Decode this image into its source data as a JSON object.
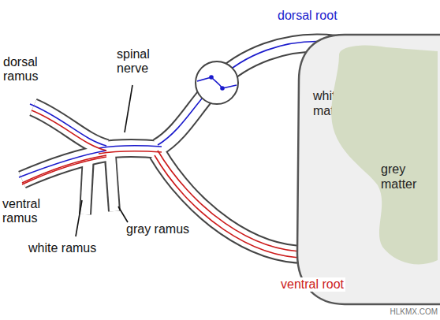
{
  "diagram": {
    "nodes": [
      {
        "text": [
          "white matter"
        ]
      },
      {
        "text": [
          "grey matter"
        ],
        "in": 0
      }
    ],
    "labels": [
      "dorsal root",
      "dorsal ramus",
      "spinal nerve",
      "ventral ramus",
      "white ramus",
      "gray ramus",
      "ventral root",
      "HLKMX.COM"
    ]
  }
}
